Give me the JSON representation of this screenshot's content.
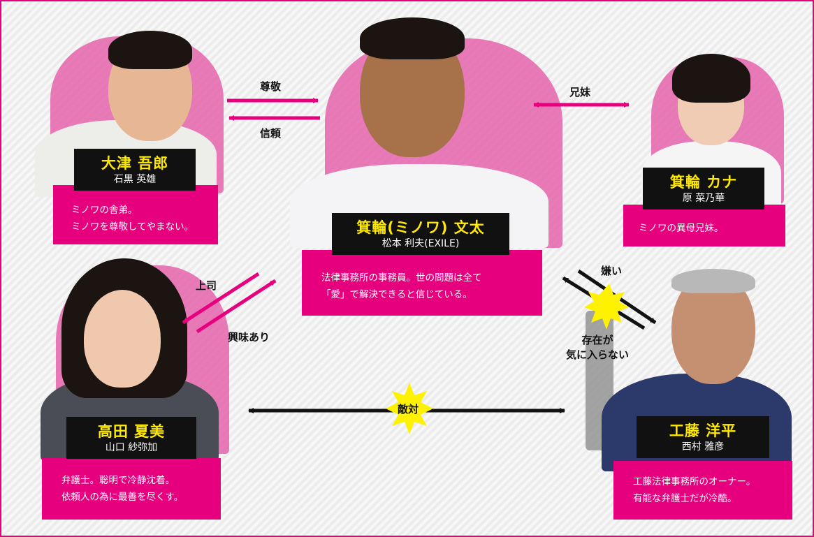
{
  "characters": {
    "otsu": {
      "name": "大津 吾郎",
      "actor": "石黒 英雄",
      "desc": [
        "ミノワの舎弟。",
        "ミノワを尊敬してやまない。"
      ]
    },
    "minowa": {
      "name": "箕輪(ミノワ) 文太",
      "actor": "松本 利夫(EXILE)",
      "desc": [
        "法律事務所の事務員。世の問題は全て",
        "「愛」で解決できると信じている。"
      ]
    },
    "kana": {
      "name": "箕輪 カナ",
      "actor": "原 菜乃華",
      "desc": [
        "ミノワの異母兄妹。"
      ]
    },
    "takada": {
      "name": "高田 夏美",
      "actor": "山口 紗弥加",
      "desc": [
        "弁護士。聡明で冷静沈着。",
        "依頼人の為に最善を尽くす。"
      ]
    },
    "kudo": {
      "name": "工藤 洋平",
      "actor": "西村 雅彦",
      "desc": [
        "工藤法律事務所のオーナー。",
        "有能な弁護士だが冷酷。"
      ]
    }
  },
  "relations": {
    "respect": "尊敬",
    "trust": "信頼",
    "siblings": "兄妹",
    "boss": "上司",
    "interest": "興味あり",
    "dislike": "嫌い",
    "presence_1": "存在が",
    "presence_2": "気に入らない",
    "hostile": "敵対"
  },
  "colors": {
    "accent": "#e6007e",
    "name": "#ffe900",
    "burst": "#fff200"
  }
}
